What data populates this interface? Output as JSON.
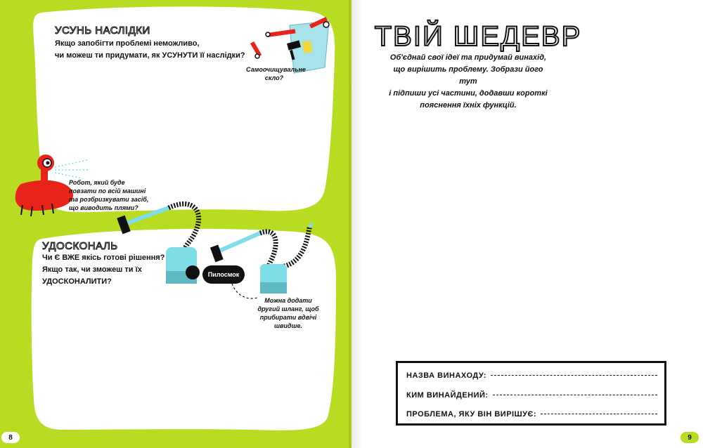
{
  "left_page": {
    "section1": {
      "heading": "УСУНЬ НАСЛІДКИ",
      "line1": "Якщо запобігти проблемі неможливо,",
      "line2": "чи можеш ти придумати, як УСУНУТИ її наслідки?"
    },
    "glass_note": {
      "line1": "Самоочищувальне",
      "line2": "скло?"
    },
    "robot_note": {
      "line1": "Робот, який буде",
      "line2": "повзати по всій машині",
      "line3": "та розбризкувати засіб,",
      "line4": "що виводить плями?"
    },
    "section2": {
      "heading": "УДОСКОНАЛЬ",
      "line1": "Чи Є ВЖЕ якісь готові рішення?",
      "line2": "Якщо так, чи зможеш ти їх",
      "line3": "УДОСКОНАЛИТИ?"
    },
    "vacuum_label": "Пилосмок",
    "vacuum_note": {
      "line1": "Можна додати",
      "line2": "другий шланг, щоб",
      "line3": "прибирати вдвічі",
      "line4": "швидше."
    },
    "page_number": "8"
  },
  "right_page": {
    "title": "ТВІЙ ШЕДЕВР",
    "intro": {
      "line1": "Об'єднай свої ідеї та придумай винахід,",
      "line2": "що вирішить проблему. Зобрази його тут",
      "line3": "і підпиши усі частини, додавши короткі",
      "line4": "пояснення їхніх функцій."
    },
    "form": {
      "name_label": "НАЗВА ВИНАХОДУ:",
      "inventor_label": "КИМ ВИНАЙДЕНИЙ:",
      "problem_label": "ПРОБЛЕМА, ЯКУ ВІН ВИРІШУЄ:"
    },
    "page_number": "9"
  },
  "colors": {
    "lime": "#b8dc22",
    "cyan": "#7fdde8",
    "red": "#e8241a",
    "black": "#111111"
  }
}
